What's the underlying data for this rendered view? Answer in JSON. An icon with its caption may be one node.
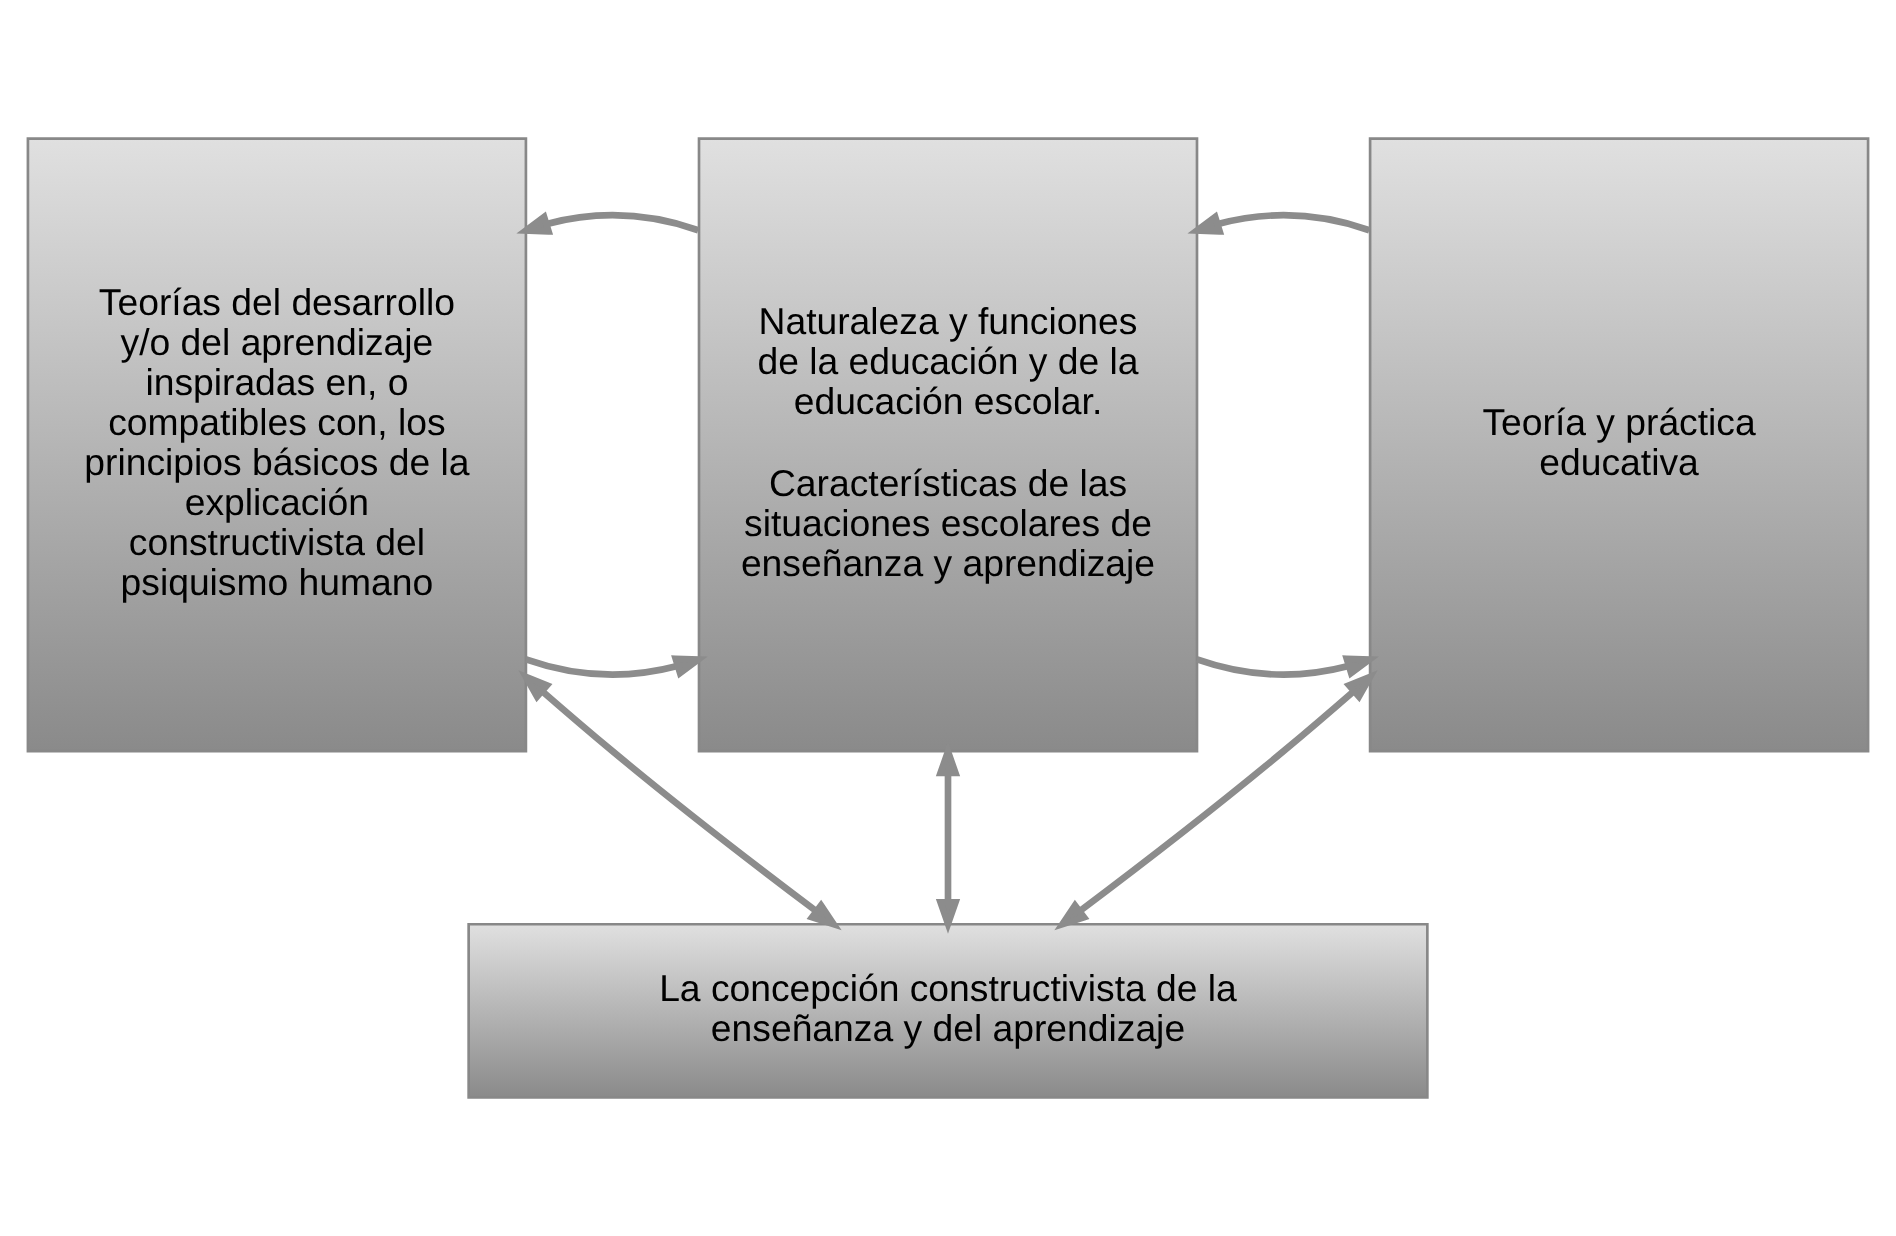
{
  "diagram": {
    "nodes": [
      {
        "text": [
          "Teorías del desarrollo y/o del aprendizaje inspiradas en, o compatibles con, los principios básicos de la explicación constructivista del psiquismo humano"
        ]
      },
      {
        "text": [
          "Naturaleza y funciones de la educación y de la educación escolar.",
          "Características de las situaciones escolares de enseñanza y aprendizaje"
        ]
      },
      {
        "text": [
          "Teoría y práctica educativa"
        ]
      },
      {
        "text": [
          "La concepción constructivista de la enseñanza y del aprendizaje"
        ]
      }
    ],
    "edges": [
      {
        "from": 0,
        "to": 1,
        "arrow": "to"
      },
      {
        "from": 1,
        "to": 0,
        "arrow": "to"
      },
      {
        "from": 1,
        "to": 2,
        "arrow": "to"
      },
      {
        "from": 2,
        "to": 1,
        "arrow": "to"
      },
      {
        "from": 0,
        "to": 3,
        "arrow": "both"
      },
      {
        "from": 1,
        "to": 3,
        "arrow": "both"
      },
      {
        "from": 2,
        "to": 3,
        "arrow": "both"
      }
    ]
  }
}
